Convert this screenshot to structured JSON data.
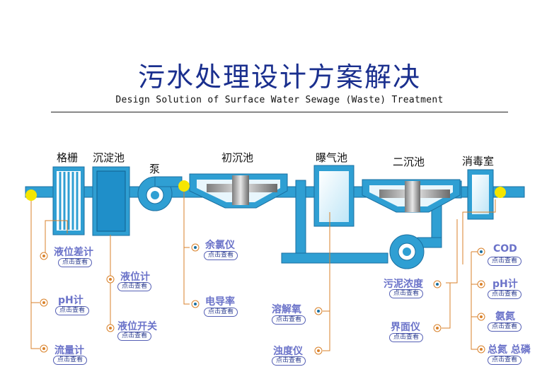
{
  "header": {
    "title": "污水处理设计方案解决",
    "subtitle": "Design Solution of Surface Water Sewage (Waste) Treatment"
  },
  "units": {
    "grille": "格栅",
    "settling_tank": "沉淀池",
    "pump": "泵",
    "primary_clarifier": "初沉池",
    "aeration_tank": "曝气池",
    "secondary_clarifier": "二沉池",
    "disinfection_room": "消毒室"
  },
  "sensors": {
    "liquid_level_diff": "液位差计",
    "ph_left": "pH计",
    "flow_meter": "流量计",
    "liquid_level": "液位计",
    "level_switch": "液位开关",
    "residual_chlorine": "余氯仪",
    "conductivity": "电导率",
    "dissolved_oxygen": "溶解氧",
    "turbidity": "浊度仪",
    "sludge_concentration": "污泥浓度",
    "interface": "界面仪",
    "cod": "COD",
    "ph_right": "pH计",
    "ammonia": "氨氮",
    "tn_tp": "总氮 总磷"
  },
  "buttons": {
    "view": "点击查看"
  },
  "colors": {
    "pipe": "#2f9fd3",
    "pipe_dark": "#1a6fa0",
    "title": "#1a2f8e",
    "sensor_text": "#6b73c9",
    "lead_line": "#d9822b",
    "marker": "#f5e600"
  }
}
